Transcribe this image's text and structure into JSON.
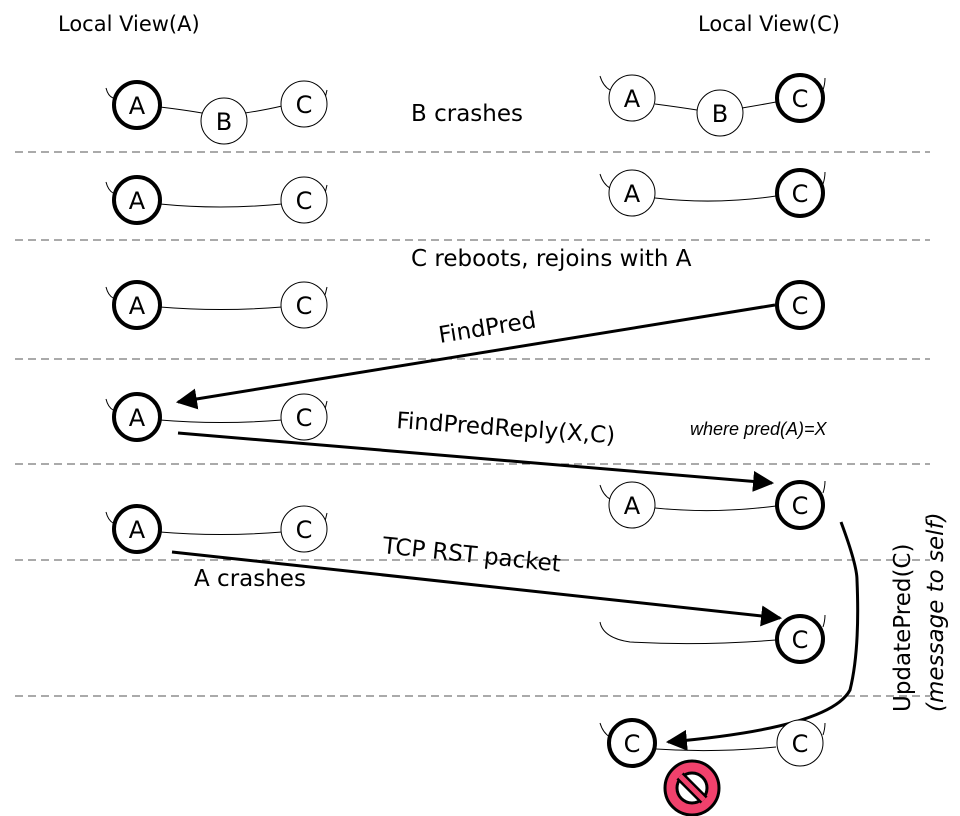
{
  "headers": {
    "left": "Local View(A)",
    "right": "Local View(C)"
  },
  "events": {
    "b_crashes": "B crashes",
    "c_reboots": "C reboots, rejoins with A",
    "a_crashes": "A crashes"
  },
  "messages": {
    "find_pred": "FindPred",
    "find_pred_reply": "FindPredReply(X,C)",
    "where_note": "where pred(A)=X",
    "tcp_rst": "TCP RST packet",
    "update_pred": "UpdatePred(C)",
    "update_pred_note": "(message to self)"
  },
  "nodes": {
    "a": "A",
    "b": "B",
    "c": "C"
  },
  "colors": {
    "ink": "#000000",
    "prohibited": "#f0416c",
    "divider": "#555555"
  },
  "icons": {
    "failure": "prohibited-icon"
  }
}
